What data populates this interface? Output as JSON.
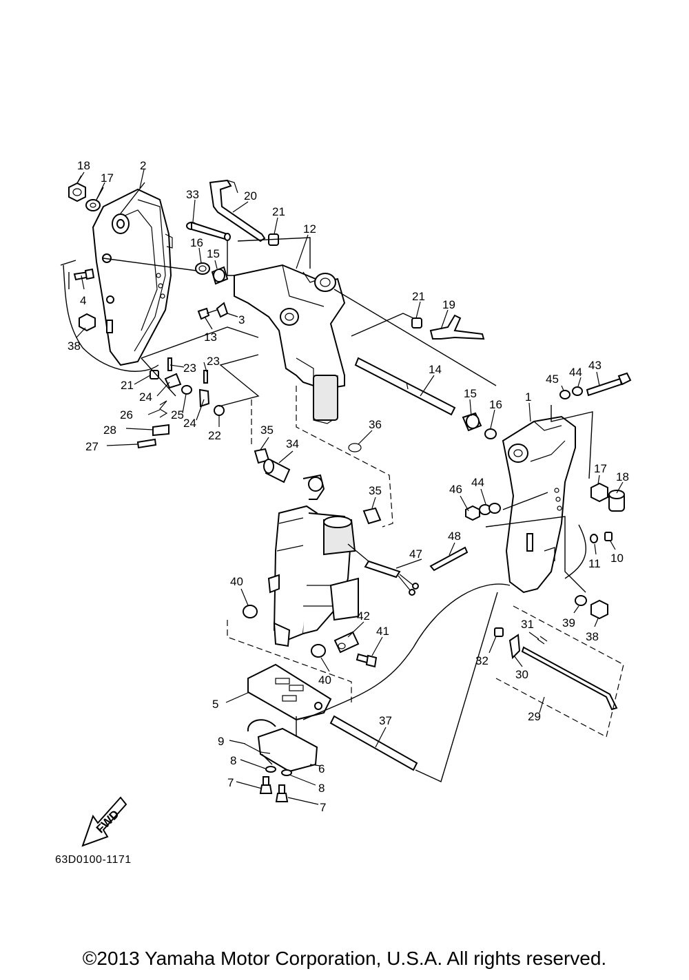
{
  "diagram_code": "63D0100-1171",
  "copyright": "©2013 Yamaha Motor Corporation, U.S.A. All rights reserved.",
  "fwd_label": "FWD",
  "callouts": [
    {
      "id": "c18a",
      "text": "18"
    },
    {
      "id": "c2",
      "text": "2"
    },
    {
      "id": "c17a",
      "text": "17"
    },
    {
      "id": "c33",
      "text": "33"
    },
    {
      "id": "c20",
      "text": "20"
    },
    {
      "id": "c21a",
      "text": "21"
    },
    {
      "id": "c12",
      "text": "12"
    },
    {
      "id": "c16a",
      "text": "16"
    },
    {
      "id": "c15a",
      "text": "15"
    },
    {
      "id": "c4",
      "text": "4"
    },
    {
      "id": "c3",
      "text": "3"
    },
    {
      "id": "c13",
      "text": "13"
    },
    {
      "id": "c38a",
      "text": "38"
    },
    {
      "id": "c21b",
      "text": "21"
    },
    {
      "id": "c19",
      "text": "19"
    },
    {
      "id": "c23a",
      "text": "23"
    },
    {
      "id": "c23b",
      "text": "23"
    },
    {
      "id": "c21c",
      "text": "21"
    },
    {
      "id": "c24a",
      "text": "24"
    },
    {
      "id": "c25",
      "text": "25"
    },
    {
      "id": "c26",
      "text": "26"
    },
    {
      "id": "c24b",
      "text": "24"
    },
    {
      "id": "c22",
      "text": "22"
    },
    {
      "id": "c28",
      "text": "28"
    },
    {
      "id": "c27",
      "text": "27"
    },
    {
      "id": "c14",
      "text": "14"
    },
    {
      "id": "c15b",
      "text": "15"
    },
    {
      "id": "c16b",
      "text": "16"
    },
    {
      "id": "c1",
      "text": "1"
    },
    {
      "id": "c45",
      "text": "45"
    },
    {
      "id": "c44a",
      "text": "44"
    },
    {
      "id": "c43",
      "text": "43"
    },
    {
      "id": "c36",
      "text": "36"
    },
    {
      "id": "c35a",
      "text": "35"
    },
    {
      "id": "c34",
      "text": "34"
    },
    {
      "id": "c35b",
      "text": "35"
    },
    {
      "id": "c46",
      "text": "46"
    },
    {
      "id": "c44b",
      "text": "44"
    },
    {
      "id": "c17b",
      "text": "17"
    },
    {
      "id": "c18b",
      "text": "18"
    },
    {
      "id": "c48",
      "text": "48"
    },
    {
      "id": "c47",
      "text": "47"
    },
    {
      "id": "c11",
      "text": "11"
    },
    {
      "id": "c10",
      "text": "10"
    },
    {
      "id": "c40a",
      "text": "40"
    },
    {
      "id": "c42",
      "text": "42"
    },
    {
      "id": "c41",
      "text": "41"
    },
    {
      "id": "c40b",
      "text": "40"
    },
    {
      "id": "c39",
      "text": "39"
    },
    {
      "id": "c38b",
      "text": "38"
    },
    {
      "id": "c31",
      "text": "31"
    },
    {
      "id": "c32",
      "text": "32"
    },
    {
      "id": "c30",
      "text": "30"
    },
    {
      "id": "c5",
      "text": "5"
    },
    {
      "id": "c37",
      "text": "37"
    },
    {
      "id": "c29",
      "text": "29"
    },
    {
      "id": "c9",
      "text": "9"
    },
    {
      "id": "c8a",
      "text": "8"
    },
    {
      "id": "c6",
      "text": "6"
    },
    {
      "id": "c7a",
      "text": "7"
    },
    {
      "id": "c8b",
      "text": "8"
    },
    {
      "id": "c7b",
      "text": "7"
    }
  ]
}
